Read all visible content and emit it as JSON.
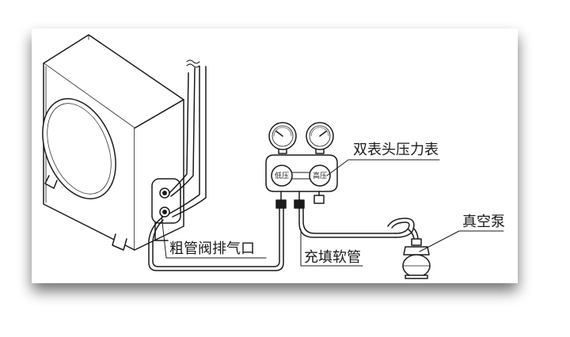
{
  "diagram": {
    "labels": {
      "manifold_gauge": "双表头压力表",
      "vacuum_pump": "真空泵",
      "purge_port": "粗管阀排气口",
      "charging_hose": "充填软管"
    },
    "gauges": {
      "low": "低压",
      "high": "高压"
    }
  }
}
